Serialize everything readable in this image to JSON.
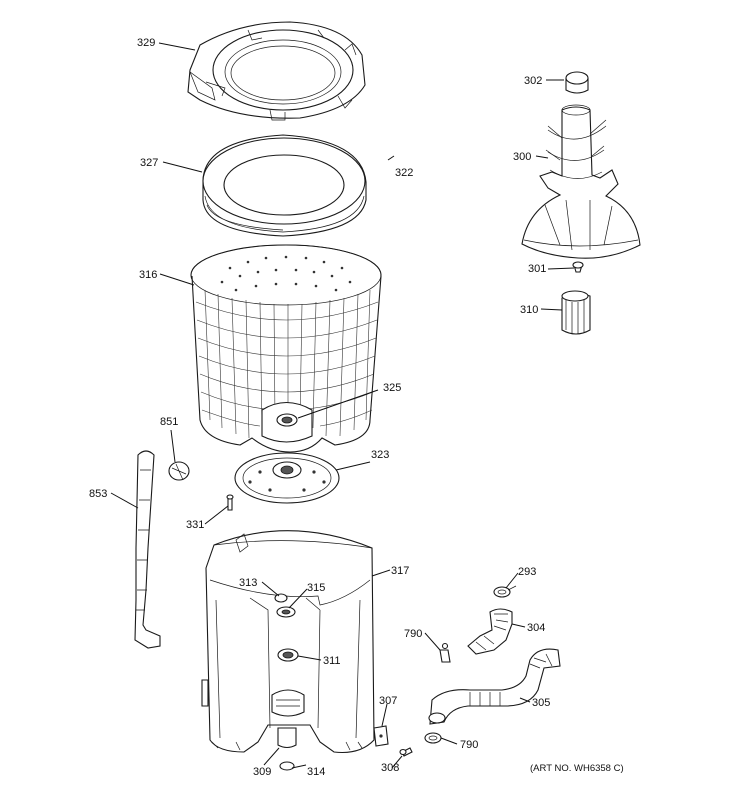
{
  "labels": {
    "p329": "329",
    "p327": "327",
    "p322": "322",
    "p316": "316",
    "p325": "325",
    "p323": "323",
    "p851": "851",
    "p853": "853",
    "p331": "331",
    "p317": "317",
    "p313": "313",
    "p315": "315",
    "p311": "311",
    "p309": "309",
    "p314": "314",
    "p302": "302",
    "p300": "300",
    "p301": "301",
    "p310": "310",
    "p293": "293",
    "p304": "304",
    "p790a": "790",
    "p790b": "790",
    "p305": "305",
    "p307": "307",
    "p308": "308"
  },
  "art_number": "(ART NO. WH6358 C)"
}
